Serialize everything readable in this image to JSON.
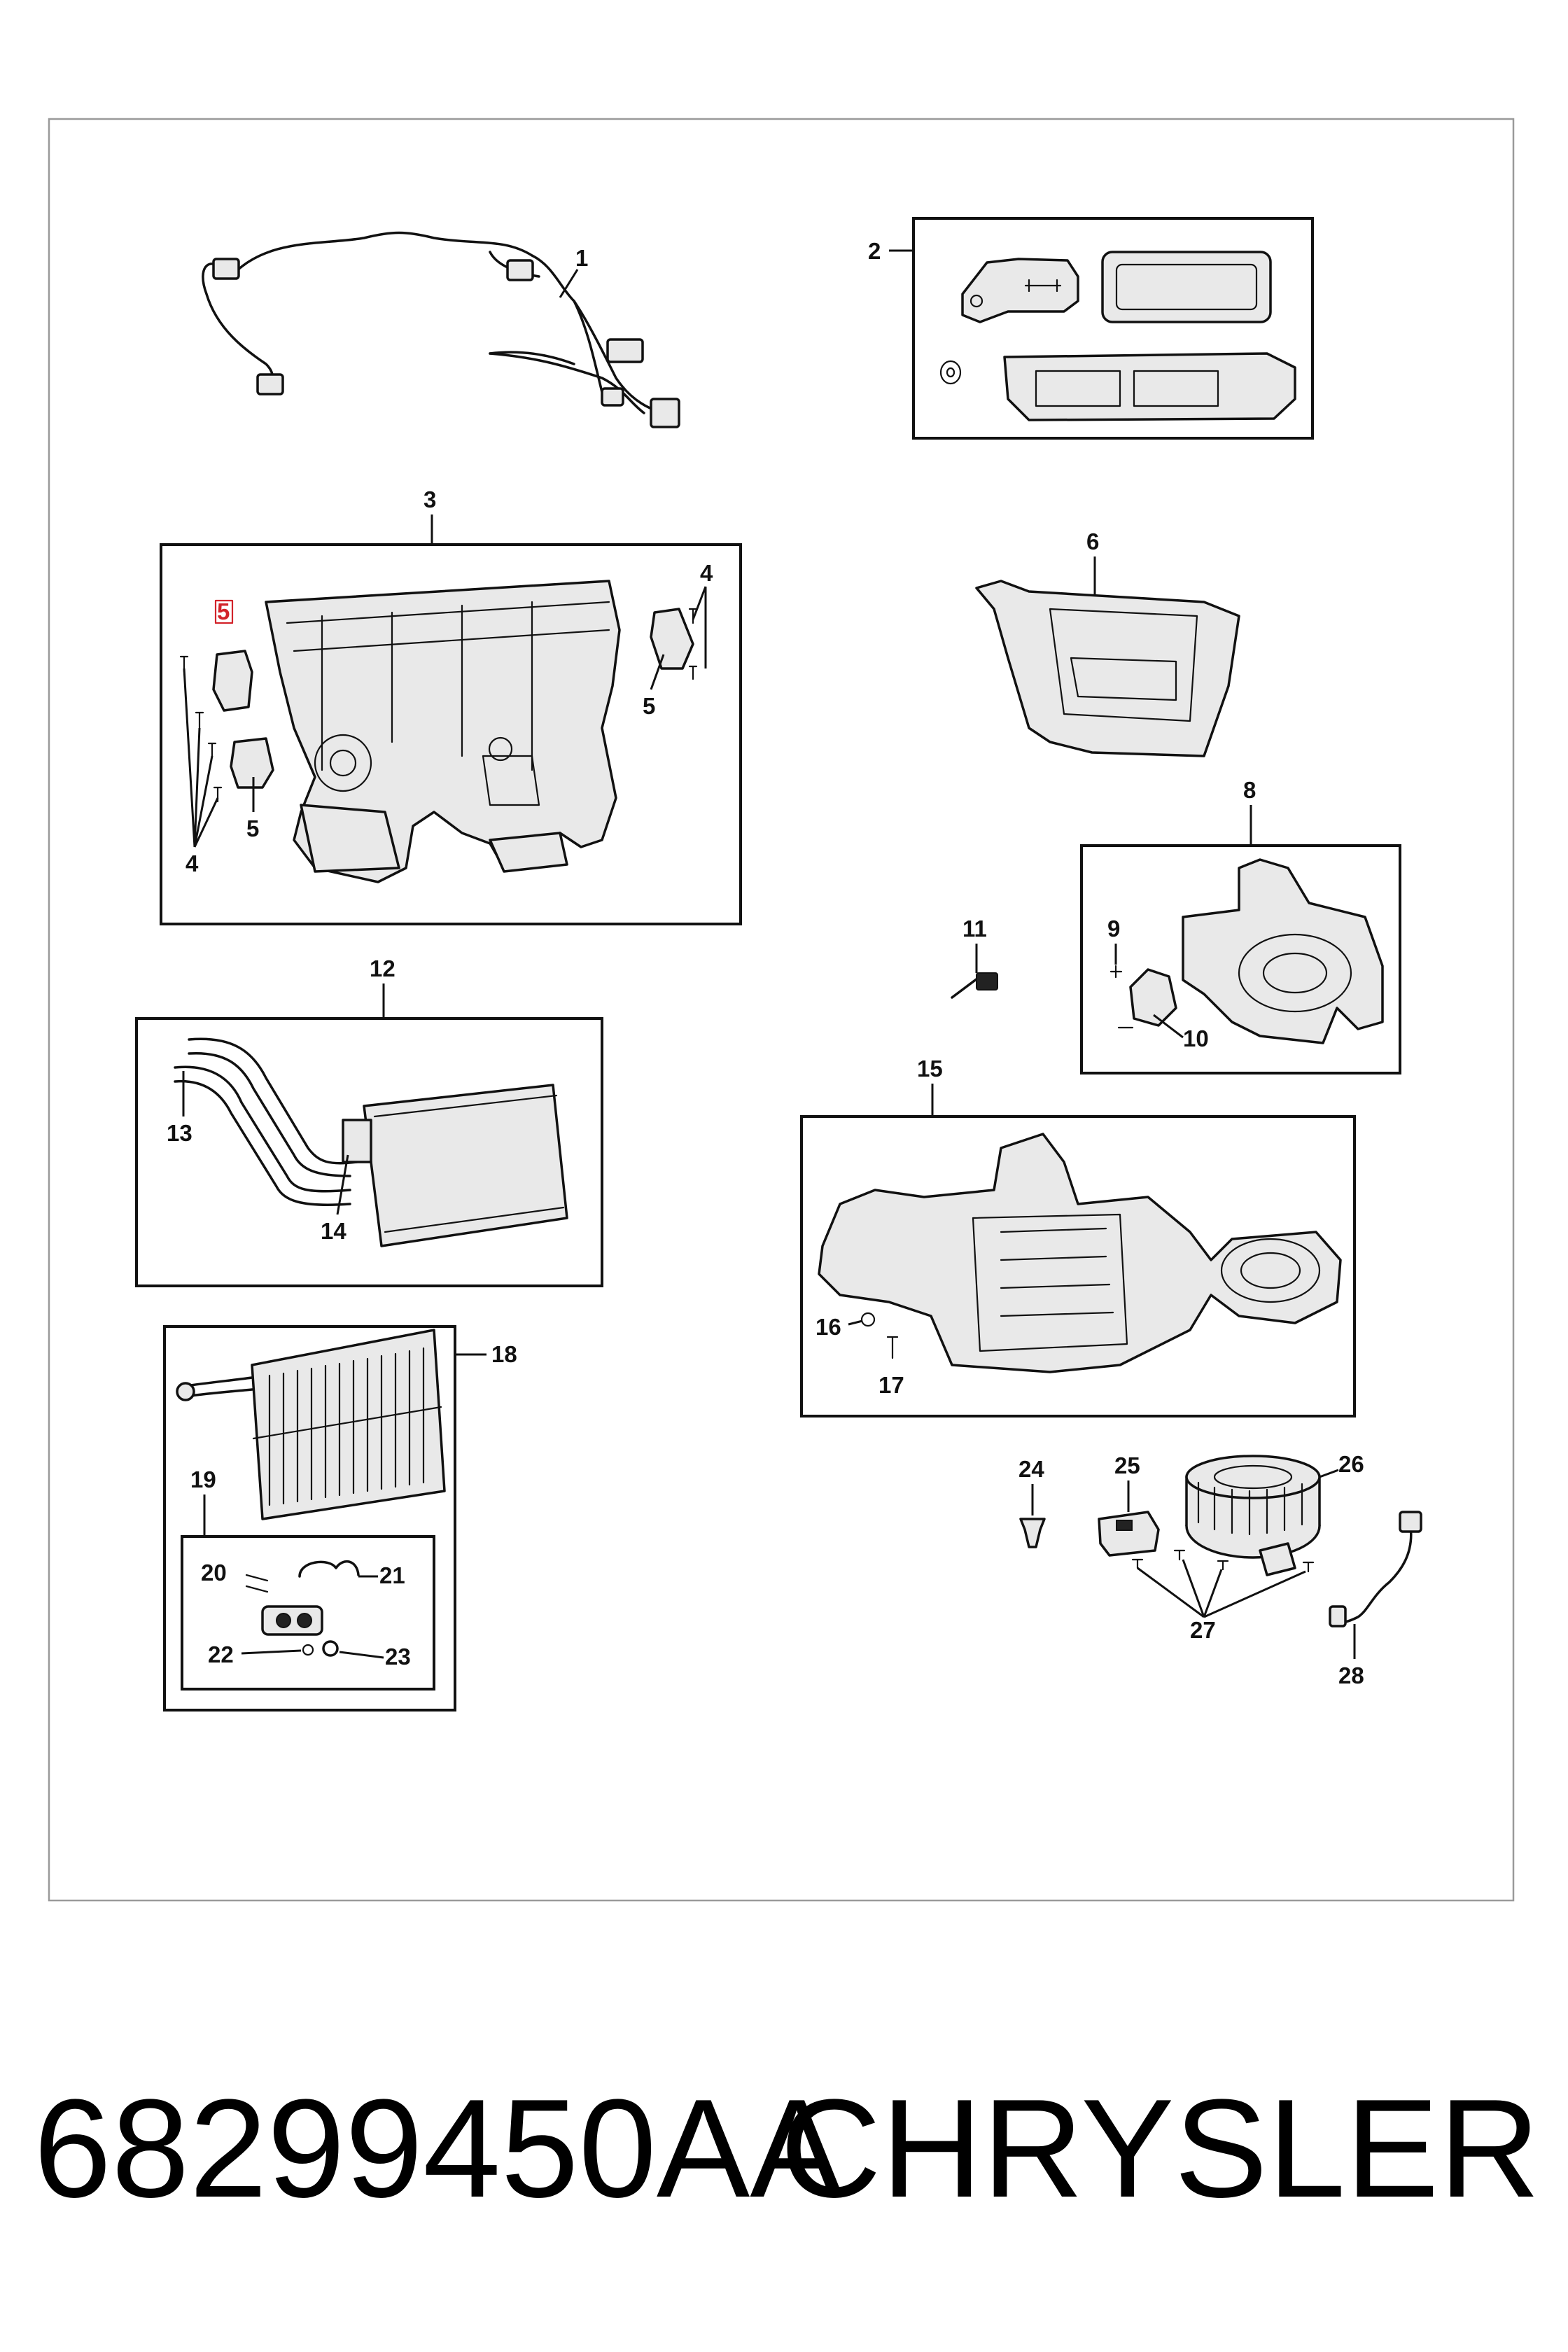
{
  "diagram": {
    "callouts": [
      {
        "id": "c1",
        "label": "1"
      },
      {
        "id": "c2",
        "label": "2"
      },
      {
        "id": "c3",
        "label": "3"
      },
      {
        "id": "c4a",
        "label": "4"
      },
      {
        "id": "c4b",
        "label": "4"
      },
      {
        "id": "c5a",
        "label": "5",
        "highlighted": true
      },
      {
        "id": "c5b",
        "label": "5"
      },
      {
        "id": "c5c",
        "label": "5"
      },
      {
        "id": "c6",
        "label": "6"
      },
      {
        "id": "c8",
        "label": "8"
      },
      {
        "id": "c9",
        "label": "9"
      },
      {
        "id": "c10",
        "label": "10"
      },
      {
        "id": "c11",
        "label": "11"
      },
      {
        "id": "c12",
        "label": "12"
      },
      {
        "id": "c13",
        "label": "13"
      },
      {
        "id": "c14",
        "label": "14"
      },
      {
        "id": "c15",
        "label": "15"
      },
      {
        "id": "c16",
        "label": "16"
      },
      {
        "id": "c17",
        "label": "17"
      },
      {
        "id": "c18",
        "label": "18"
      },
      {
        "id": "c19",
        "label": "19"
      },
      {
        "id": "c20",
        "label": "20"
      },
      {
        "id": "c21",
        "label": "21"
      },
      {
        "id": "c22",
        "label": "22"
      },
      {
        "id": "c23",
        "label": "23"
      },
      {
        "id": "c24",
        "label": "24"
      },
      {
        "id": "c25",
        "label": "25"
      },
      {
        "id": "c26",
        "label": "26"
      },
      {
        "id": "c27",
        "label": "27"
      },
      {
        "id": "c28",
        "label": "28"
      }
    ],
    "highlight_color": "#d2232a"
  },
  "caption": {
    "part_number": "68299450AA",
    "brand": "CHRYSLER"
  }
}
